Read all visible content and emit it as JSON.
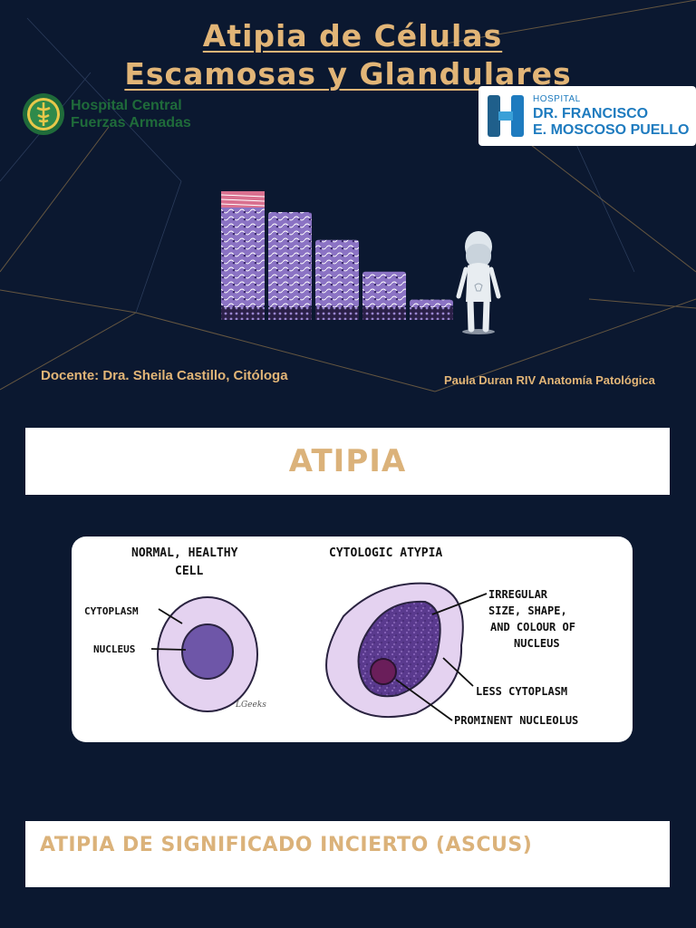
{
  "header": {
    "title_line1": "Atipia de Células",
    "title_line2": "Escamosas y Glandulares"
  },
  "logos": {
    "hospital_central": {
      "line1": "Hospital Central",
      "line2": "Fuerzas Armadas"
    },
    "hospital_moscoso": {
      "small": "HOSPITAL",
      "line1": "DR. FRANCISCO",
      "line2": "E. MOSCOSO PUELLO"
    }
  },
  "illustration": {
    "tissue_columns": [
      {
        "level": 1.0,
        "cap": true
      },
      {
        "level": 0.85,
        "cap": false
      },
      {
        "level": 0.63,
        "cap": false
      },
      {
        "level": 0.38,
        "cap": false
      },
      {
        "level": 0.16,
        "cap": false
      }
    ],
    "figure_icon": "female-figure-icon"
  },
  "credits": {
    "docente": "Docente: Dra. Sheila Castillo, Citóloga",
    "autor": "Paula Duran RIV Anatomía Patológica"
  },
  "section1": {
    "heading": "ATIPIA"
  },
  "diagram": {
    "normal_title_line1": "NORMAL, HEALTHY",
    "normal_title_line2": "CELL",
    "atypia_title": "CYTOLOGIC ATYPIA",
    "label_cytoplasm": "CYTOPLASM",
    "label_nucleus": "NUCLEUS",
    "label_irregular_1": "IRREGULAR",
    "label_irregular_2": "SIZE, SHAPE,",
    "label_irregular_3": "AND COLOUR OF",
    "label_irregular_4": "NUCLEUS",
    "label_less_cytoplasm": "LESS CYTOPLASM",
    "label_prominent": "PROMINENT NUCLEOLUS",
    "signature": "LGeeks"
  },
  "section2": {
    "heading": "ATIPIA DE SIGNIFICADO INCIERTO (ASCUS)"
  },
  "colors": {
    "background": "#0b1830",
    "accent_gold": "#e2b577",
    "cell_purple": "#7b5cb0",
    "cytoplasm": "#e4d2f0"
  }
}
